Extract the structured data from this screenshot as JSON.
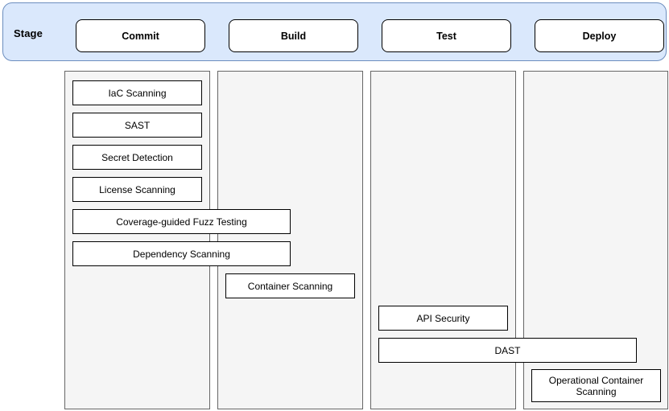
{
  "diagram": {
    "title_label": "Stage",
    "stages": [
      {
        "id": "commit",
        "label": "Commit"
      },
      {
        "id": "build",
        "label": "Build"
      },
      {
        "id": "test",
        "label": "Test"
      },
      {
        "id": "deploy",
        "label": "Deploy"
      }
    ],
    "activities": [
      {
        "id": "iac-scanning",
        "label": "IaC Scanning"
      },
      {
        "id": "sast",
        "label": "SAST"
      },
      {
        "id": "secret-detection",
        "label": "Secret Detection"
      },
      {
        "id": "license-scanning",
        "label": "License Scanning"
      },
      {
        "id": "coverage-guided-fuzz-testing",
        "label": "Coverage-guided Fuzz Testing"
      },
      {
        "id": "dependency-scanning",
        "label": "Dependency Scanning"
      },
      {
        "id": "container-scanning",
        "label": "Container Scanning"
      },
      {
        "id": "api-security",
        "label": "API Security"
      },
      {
        "id": "dast",
        "label": "DAST"
      },
      {
        "id": "operational-container-scanning",
        "label": "Operational Container Scanning"
      }
    ],
    "colors": {
      "band_fill": "#dae8fc",
      "band_stroke": "#6c8ebf",
      "lane_fill": "#f5f5f5",
      "lane_stroke": "#666666",
      "box_fill": "#ffffff",
      "box_stroke": "#000000",
      "page_background": "#ffffff"
    }
  }
}
